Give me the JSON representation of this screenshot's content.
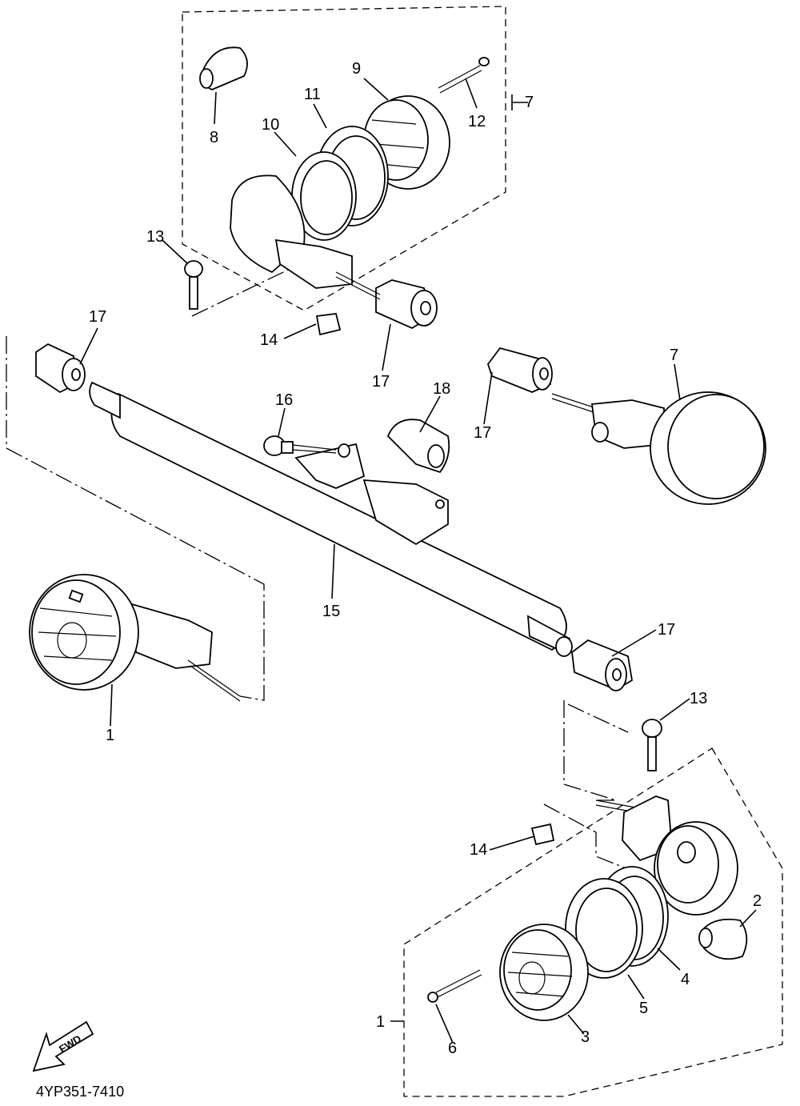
{
  "diagram": {
    "code": "4YP351-7410",
    "fwd_label": "FWD",
    "callouts": {
      "n1a": "1",
      "n1b": "1",
      "n2": "2",
      "n3": "3",
      "n4": "4",
      "n5": "5",
      "n6": "6",
      "n7a": "7",
      "n7b": "7",
      "n8": "8",
      "n9": "9",
      "n10": "10",
      "n11": "11",
      "n12": "12",
      "n13a": "13",
      "n13b": "13",
      "n14a": "14",
      "n14b": "14",
      "n15": "15",
      "n16": "16",
      "n17a": "17",
      "n17b": "17",
      "n17c": "17",
      "n17d": "17",
      "n18": "18"
    }
  }
}
